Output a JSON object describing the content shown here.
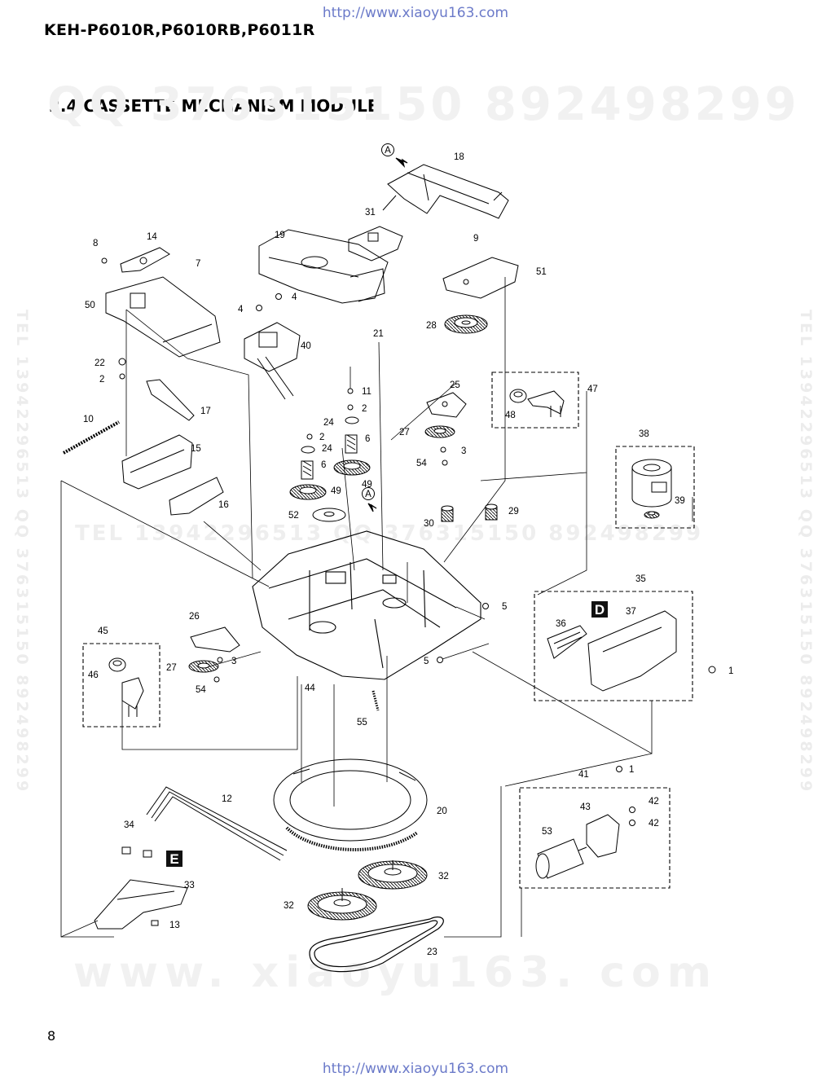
{
  "header": {
    "url_top": "http://www.xiaoyu163.com",
    "model": "KEH-P6010R,P6010RB,P6011R",
    "section_title": "2.4 CASSETTE MECHANISM MODULE"
  },
  "footer": {
    "page_number": "8",
    "url_bottom": "http://www.xiaoyu163.com"
  },
  "watermarks": {
    "qq": "QQ 376315150  892498299",
    "www": "www. xiaoyu163. com",
    "tel": "TEL 13942296513  QQ 376315150  892498299",
    "side": "TEL 13942296513  QQ 376315150  892498299"
  },
  "diagram": {
    "badge_d": "D",
    "badge_e": "E",
    "callouts": [
      {
        "id": "a-top",
        "text": "A"
      },
      {
        "id": "a-mid",
        "text": "A"
      }
    ],
    "part_labels": [
      "1",
      "2",
      "3",
      "4",
      "5",
      "6",
      "7",
      "8",
      "9",
      "10",
      "11",
      "12",
      "13",
      "14",
      "15",
      "16",
      "17",
      "18",
      "19",
      "20",
      "21",
      "22",
      "23",
      "24",
      "25",
      "26",
      "27",
      "28",
      "29",
      "30",
      "31",
      "32",
      "33",
      "34",
      "35",
      "36",
      "37",
      "38",
      "39",
      "40",
      "41",
      "42",
      "43",
      "44",
      "45",
      "46",
      "47",
      "48",
      "49",
      "50",
      "51",
      "52",
      "53",
      "54",
      "55"
    ]
  }
}
